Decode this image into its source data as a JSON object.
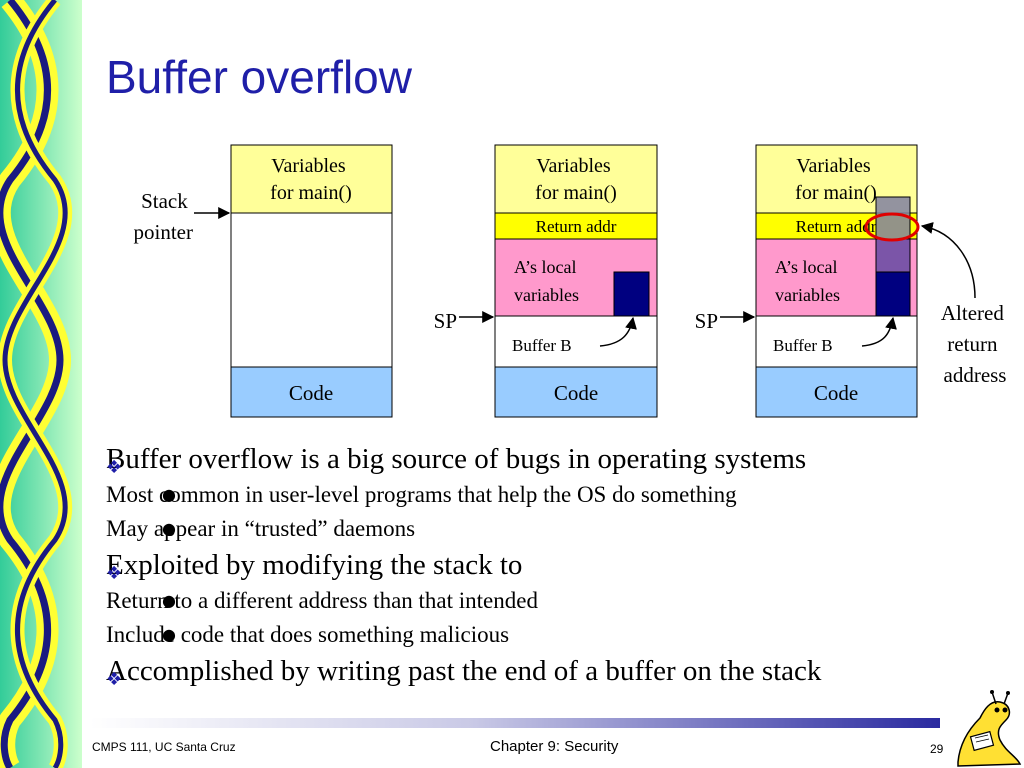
{
  "slide": {
    "title": "Buffer overflow"
  },
  "diagram": {
    "stack_pointer_label": [
      "Stack",
      "pointer"
    ],
    "sp_label": "SP",
    "altered_label": [
      "Altered",
      "return",
      "address"
    ],
    "stacks": [
      {
        "variables": [
          "Variables",
          "for main()"
        ],
        "code": "Code"
      },
      {
        "variables": [
          "Variables",
          "for main()"
        ],
        "return_addr": "Return addr",
        "locals": [
          "A’s local",
          "variables"
        ],
        "buffer": "Buffer B",
        "code": "Code"
      },
      {
        "variables": [
          "Variables",
          "for main()"
        ],
        "return_addr": "Return addr",
        "locals": [
          "A’s local",
          "variables"
        ],
        "buffer": "Buffer B",
        "code": "Code"
      }
    ],
    "colors": {
      "variables": "#ffff99",
      "return_addr": "#ffff00",
      "locals": "#ff99cc",
      "code": "#99ccff",
      "buffer_fill": "#000080",
      "overflow_purple": "#7b55a8",
      "overflow_gray": "#8080a0",
      "highlight_circle": "#e00000"
    }
  },
  "bullets": [
    {
      "text": "Buffer overflow is a big source of bugs in operating systems",
      "sub": [
        "Most common in user-level programs that help the OS do something",
        "May appear in “trusted” daemons"
      ]
    },
    {
      "text": "Exploited by modifying the stack to",
      "sub": [
        "Return to a different address than that intended",
        "Include code that does something malicious"
      ]
    },
    {
      "text": "Accomplished by writing past the end of a buffer on the stack",
      "sub": []
    }
  ],
  "footer": {
    "left": "CMPS 111, UC Santa Cruz",
    "center": "Chapter 9: Security",
    "page": "29"
  }
}
